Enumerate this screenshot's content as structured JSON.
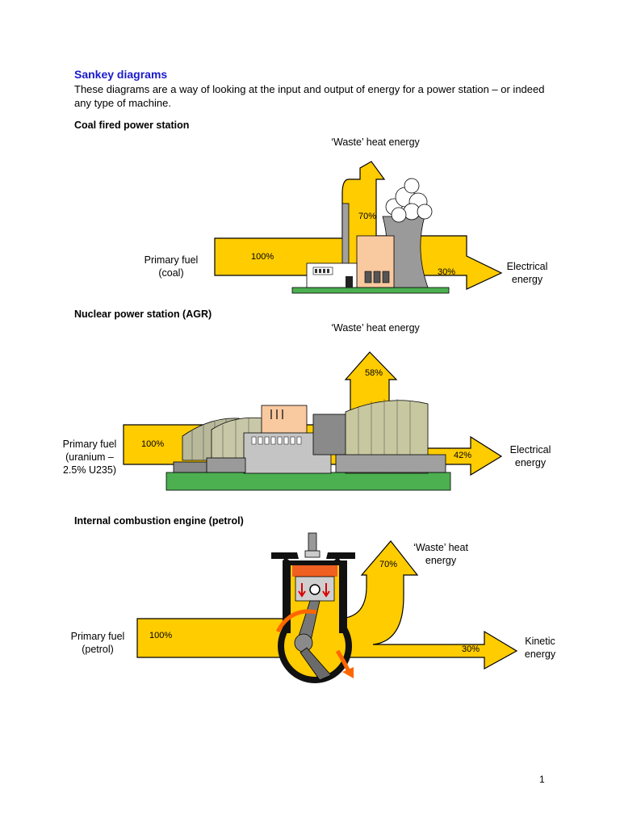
{
  "title": "Sankey diagrams",
  "intro": "These diagrams are a way of looking at the input and output of energy for a power station – or indeed any type of machine.",
  "sections": [
    {
      "heading": "Coal fired power station",
      "input_label": "Primary fuel (coal)",
      "input_percent": "100%",
      "waste_label": "‘Waste’ heat energy",
      "waste_percent": "70%",
      "output_label": "Electrical energy",
      "output_percent": "30%"
    },
    {
      "heading": "Nuclear power station (AGR)",
      "input_label": "Primary fuel (uranium – 2.5% U235)",
      "input_percent": "100%",
      "waste_label": "‘Waste’ heat energy",
      "waste_percent": "58%",
      "output_label": "Electrical energy",
      "output_percent": "42%"
    },
    {
      "heading": "Internal combustion engine (petrol)",
      "input_label": "Primary fuel (petrol)",
      "input_percent": "100%",
      "waste_label": "‘Waste’ heat energy",
      "waste_percent": "70%",
      "output_label": "Kinetic energy",
      "output_percent": "30%"
    }
  ],
  "page_number": "1",
  "colors": {
    "arrow": "#ffcc00",
    "title": "#1a1acd",
    "ground": "#4caf50"
  }
}
